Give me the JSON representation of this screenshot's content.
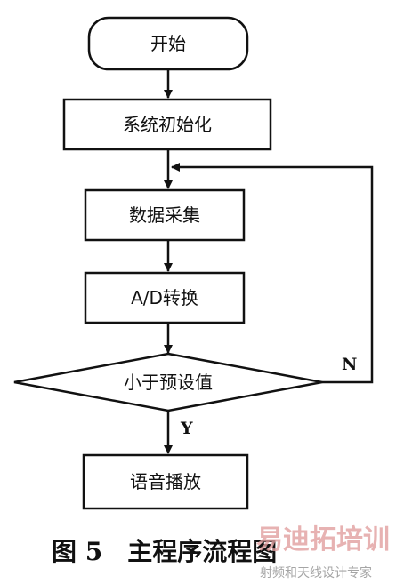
{
  "nodes": {
    "start": "开始",
    "init": "系统初始化",
    "acquire": "数据采集",
    "adc": "A/D转换",
    "decision": "小于预设值",
    "speech": "语音播放"
  },
  "edges": {
    "no_label": "N",
    "yes_label": "Y"
  },
  "caption": "图 5　主程序流程图",
  "watermark": {
    "line1": "易迪拓培训",
    "line2": "射频和天线设计专家"
  }
}
